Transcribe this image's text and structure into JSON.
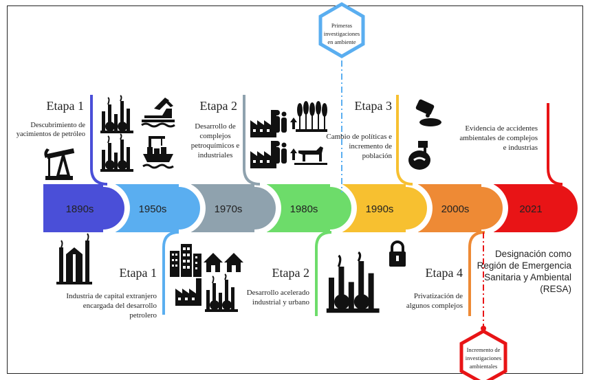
{
  "timeline": {
    "segments": [
      {
        "year": "1890s",
        "color": "#4a4fd8"
      },
      {
        "year": "1950s",
        "color": "#5aaef0"
      },
      {
        "year": "1970s",
        "color": "#8fa2ae"
      },
      {
        "year": "1980s",
        "color": "#6ddc6a"
      },
      {
        "year": "1990s",
        "color": "#f7c030"
      },
      {
        "year": "2000s",
        "color": "#ee8a35"
      },
      {
        "year": "2021",
        "color": "#e81416"
      }
    ]
  },
  "top": {
    "etapa1": {
      "title": "Etapa 1",
      "line1": "Descubrimiento de",
      "line2": "yacimientos de petróleo"
    },
    "etapa2": {
      "title": "Etapa 2",
      "line1": "Desarrollo de",
      "line2": "complejos",
      "line3": "petroquímicos e",
      "line4": "industriales"
    },
    "etapa3": {
      "title": "Etapa 3",
      "line1": "Cambio de políticas e",
      "line2": "incremento de",
      "line3": "población"
    },
    "evidencia": {
      "line1": "Evidencia de accidentes",
      "line2": "ambientales de complejos",
      "line3": "e industrias"
    },
    "hex_top": {
      "line1": "Primeras",
      "line2": "investigaciones",
      "line3": "en ambiente"
    }
  },
  "bottom": {
    "etapa1": {
      "title": "Etapa 1",
      "line1": "Industria de capital extranjero",
      "line2": "encargada del desarrollo",
      "line3": "petrolero"
    },
    "etapa2": {
      "title": "Etapa 2",
      "line1": "Desarrollo acelerado",
      "line2": "industrial y urbano"
    },
    "etapa4": {
      "title": "Etapa 4",
      "line1": "Privatización de",
      "line2": "algunos complejos"
    },
    "resa": {
      "line1": "Designación como",
      "line2": "Región de Emergencia",
      "line3": "Sanitaria y Ambiental",
      "line4": "(RESA)"
    },
    "hex_bottom": {
      "line1": "Incremento de",
      "line2": "investigaciones",
      "line3": "ambientales"
    }
  },
  "icons": [
    "oil-pump-icon",
    "refinery-icon",
    "excavator-icon",
    "port-ship-icon",
    "factory-icon",
    "people-growth-icon",
    "wheat-crop-icon",
    "livestock-icon",
    "oil-spill-icon",
    "waste-pipe-icon",
    "city-buildings-icon",
    "houses-icon",
    "padlock-icon"
  ]
}
